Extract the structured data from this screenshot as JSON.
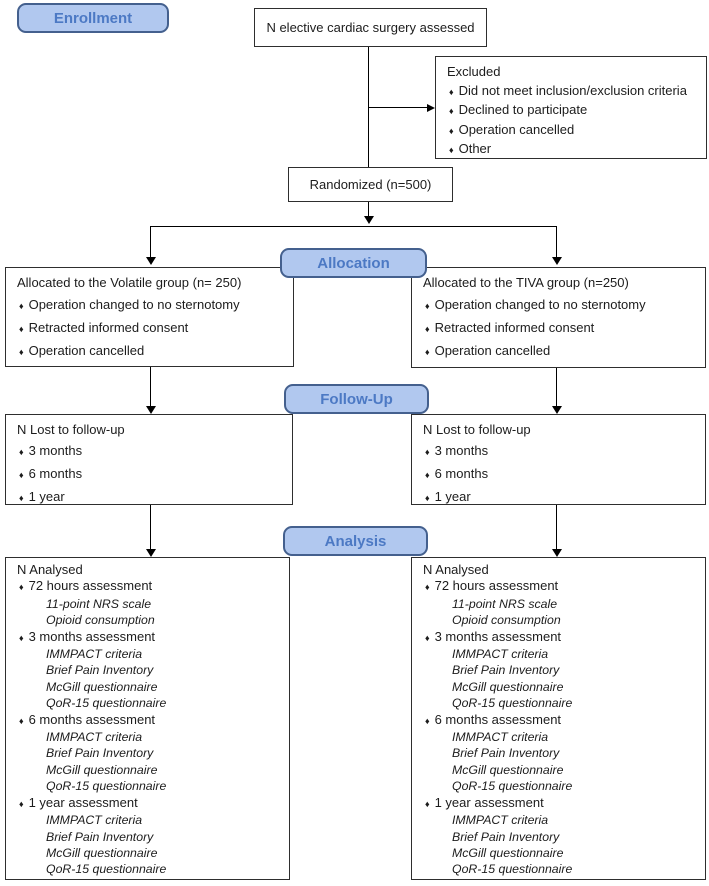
{
  "stage_labels": {
    "enrollment": "Enrollment",
    "allocation": "Allocation",
    "followup": "Follow-Up",
    "analysis": "Analysis"
  },
  "colors": {
    "pill_fill": "#b1c8ef",
    "pill_border": "#44608e",
    "pill_text": "#4c79c4",
    "box_border": "#2e2e2e",
    "connector": "#000000",
    "background": "#ffffff"
  },
  "boxes": {
    "assessed": {
      "text": "N elective cardiac surgery assessed"
    },
    "excluded": {
      "lines": [
        {
          "style": "header",
          "text": "Excluded"
        },
        {
          "style": "bullet",
          "text": "Did not meet inclusion/exclusion criteria"
        },
        {
          "style": "bullet",
          "text": "Declined to participate"
        },
        {
          "style": "bullet",
          "text": "Operation cancelled"
        },
        {
          "style": "bullet",
          "text": "Other"
        }
      ]
    },
    "randomized": {
      "text": "Randomized (n=500)"
    },
    "alloc_left": {
      "lines": [
        {
          "style": "header",
          "text": "Allocated to the Volatile group (n= 250)"
        },
        {
          "style": "bullet",
          "text": "Operation changed to no sternotomy"
        },
        {
          "style": "bullet",
          "text": "Retracted informed consent"
        },
        {
          "style": "bullet",
          "text": "Operation cancelled"
        }
      ]
    },
    "alloc_right": {
      "lines": [
        {
          "style": "header",
          "text": "Allocated to the TIVA group (n=250)"
        },
        {
          "style": "bullet",
          "text": "Operation changed to no sternotomy"
        },
        {
          "style": "bullet",
          "text": "Retracted informed consent"
        },
        {
          "style": "bullet",
          "text": "Operation cancelled"
        }
      ]
    },
    "followup_left": {
      "lines": [
        {
          "style": "header",
          "text": "N Lost to follow-up"
        },
        {
          "style": "bullet",
          "text": "3 months"
        },
        {
          "style": "bullet",
          "text": "6 months"
        },
        {
          "style": "bullet",
          "text": "1 year"
        }
      ]
    },
    "followup_right": {
      "lines": [
        {
          "style": "header",
          "text": "N Lost to follow-up"
        },
        {
          "style": "bullet",
          "text": "3 months"
        },
        {
          "style": "bullet",
          "text": "6 months"
        },
        {
          "style": "bullet",
          "text": "1 year"
        }
      ]
    },
    "analysis_left": {
      "lines": [
        {
          "style": "header",
          "text": "N Analysed"
        },
        {
          "style": "bullet",
          "text": "72 hours assessment"
        },
        {
          "style": "sub",
          "text": "11-point NRS scale"
        },
        {
          "style": "sub",
          "text": "Opioid consumption"
        },
        {
          "style": "bullet",
          "text": "3 months assessment"
        },
        {
          "style": "sub",
          "text": "IMMPACT criteria"
        },
        {
          "style": "sub",
          "text": "Brief Pain Inventory"
        },
        {
          "style": "sub",
          "text": "McGill questionnaire"
        },
        {
          "style": "sub",
          "text": "QoR-15 questionnaire"
        },
        {
          "style": "bullet",
          "text": "6 months assessment"
        },
        {
          "style": "sub",
          "text": "IMMPACT criteria"
        },
        {
          "style": "sub",
          "text": "Brief Pain Inventory"
        },
        {
          "style": "sub",
          "text": "McGill questionnaire"
        },
        {
          "style": "sub",
          "text": "QoR-15 questionnaire"
        },
        {
          "style": "bullet",
          "text": "1 year assessment"
        },
        {
          "style": "sub",
          "text": "IMMPACT criteria"
        },
        {
          "style": "sub",
          "text": "Brief Pain Inventory"
        },
        {
          "style": "sub",
          "text": "McGill questionnaire"
        },
        {
          "style": "sub",
          "text": "QoR-15 questionnaire"
        }
      ]
    },
    "analysis_right": {
      "lines": [
        {
          "style": "header",
          "text": "N Analysed"
        },
        {
          "style": "bullet",
          "text": "72 hours assessment"
        },
        {
          "style": "sub",
          "text": "11-point NRS scale"
        },
        {
          "style": "sub",
          "text": "Opioid consumption"
        },
        {
          "style": "bullet",
          "text": "3 months assessment"
        },
        {
          "style": "sub",
          "text": "IMMPACT criteria"
        },
        {
          "style": "sub",
          "text": "Brief Pain Inventory"
        },
        {
          "style": "sub",
          "text": "McGill questionnaire"
        },
        {
          "style": "sub",
          "text": "QoR-15 questionnaire"
        },
        {
          "style": "bullet",
          "text": "6 months assessment"
        },
        {
          "style": "sub",
          "text": "IMMPACT criteria"
        },
        {
          "style": "sub",
          "text": "Brief Pain Inventory"
        },
        {
          "style": "sub",
          "text": "McGill questionnaire"
        },
        {
          "style": "sub",
          "text": "QoR-15 questionnaire"
        },
        {
          "style": "bullet",
          "text": "1 year assessment"
        },
        {
          "style": "sub",
          "text": "IMMPACT criteria"
        },
        {
          "style": "sub",
          "text": "Brief Pain Inventory"
        },
        {
          "style": "sub",
          "text": "McGill questionnaire"
        },
        {
          "style": "sub",
          "text": "QoR-15 questionnaire"
        }
      ]
    }
  }
}
